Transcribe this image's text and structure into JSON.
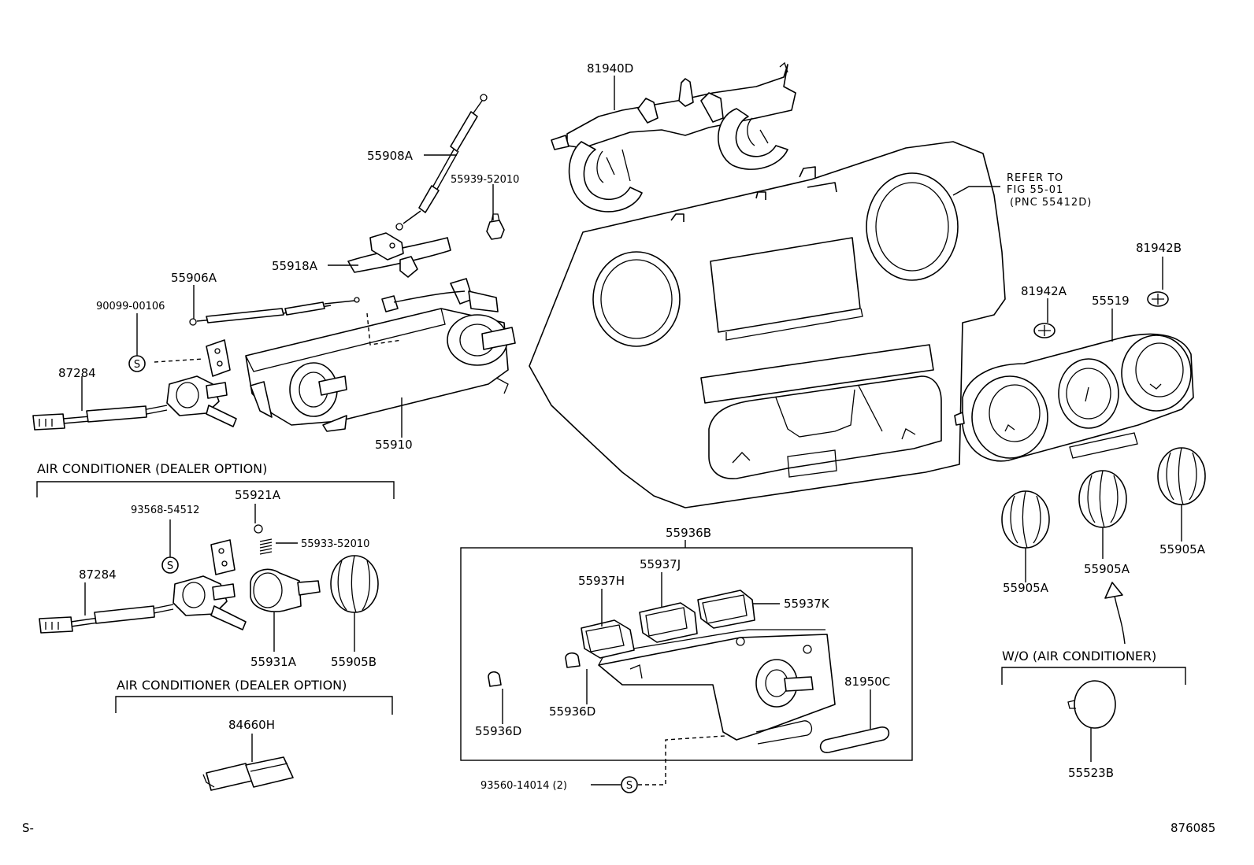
{
  "diagram": {
    "code_left": "S-",
    "code_right": "876085",
    "refer_note": [
      "REFER TO",
      "FIG 55-01",
      "(PNC 55412D)"
    ],
    "sections": {
      "ac_option_1": "AIR CONDITIONER (DEALER OPTION)",
      "ac_option_2": "AIR CONDITIONER (DEALER OPTION)",
      "wo_ac": "W/O (AIR CONDITIONER)"
    },
    "parts": {
      "p81940D": "81940D",
      "p55908A": "55908A",
      "p55939": "55939-52010",
      "p55918A": "55918A",
      "p55906A": "55906A",
      "p90099": "90099-00106",
      "p87284a": "87284",
      "p55910": "55910",
      "p55921A": "55921A",
      "p93568": "93568-54512",
      "p55933": "55933-52010",
      "p87284b": "87284",
      "p55931A": "55931A",
      "p55905B": "55905B",
      "p84660H": "84660H",
      "p55936B": "55936B",
      "p55937J": "55937J",
      "p55937H": "55937H",
      "p55937K": "55937K",
      "p81950C": "81950C",
      "p55936D_a": "55936D",
      "p55936D_b": "55936D",
      "p93560": "93560-14014 (2)",
      "p81942B": "81942B",
      "p81942A": "81942A",
      "p55519": "55519",
      "p55905A_a": "55905A",
      "p55905A_b": "55905A",
      "p55905A_c": "55905A",
      "p55523B": "55523B"
    },
    "screw_symbol": "S"
  }
}
